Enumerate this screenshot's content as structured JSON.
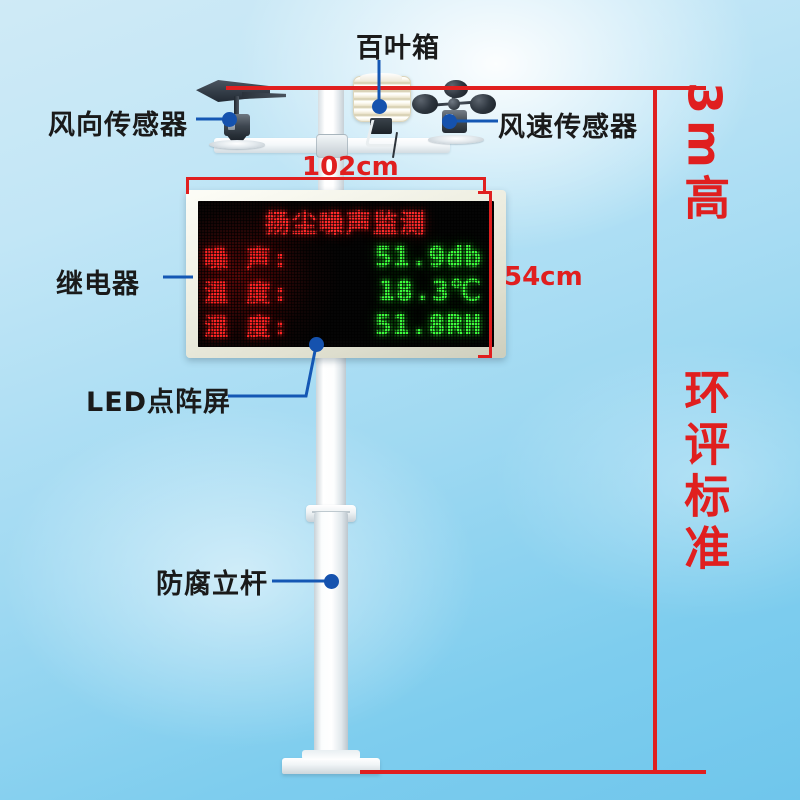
{
  "product": {
    "title": "扬尘噪声监测",
    "display": {
      "rows": [
        {
          "label": "噪  声:",
          "value": "51.9db"
        },
        {
          "label": "温  度:",
          "value": "18.3℃"
        },
        {
          "label": "湿  度:",
          "value": "51.8RH"
        }
      ],
      "label_color": "#ff2424",
      "value_color": "#3dfd3d",
      "title_color": "#ff2b2b"
    }
  },
  "annotations": {
    "louver_box": "百叶箱",
    "wind_direction_sensor": "风向传感器",
    "wind_speed_sensor": "风速传感器",
    "relay": "继电器",
    "led_matrix_screen": "LED点阵屏",
    "anticorrosion_pole": "防腐立杆",
    "leader_color": "#1552ae",
    "text_color": "#1a1a1a"
  },
  "dimensions": {
    "width_label": "102cm",
    "height_label": "54cm",
    "overall_height_label": "3m高",
    "standard_label": "环评标准",
    "dimension_color": "#e01f1f"
  }
}
